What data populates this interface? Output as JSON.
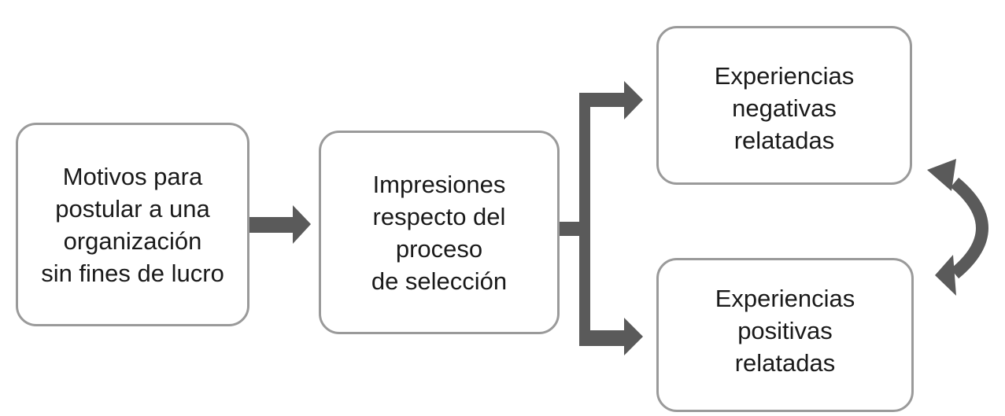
{
  "diagram": {
    "nodes": {
      "motives": {
        "text": "Motivos para\npostular a una\norganización\nsin fines de lucro"
      },
      "impressions": {
        "text": "Impresiones\nrespecto del\nproceso\nde selección"
      },
      "negative": {
        "text": "Experiencias\nnegativas\nrelatadas"
      },
      "positive": {
        "text": "Experiencias\npositivas\nrelatadas"
      }
    },
    "edges": [
      {
        "from": "motives",
        "to": "impressions"
      },
      {
        "from": "impressions",
        "to": "negative"
      },
      {
        "from": "impressions",
        "to": "positive"
      },
      {
        "from": "negative",
        "to": "positive",
        "bidirectional": true
      }
    ],
    "colors": {
      "arrow": "#5a5a5a",
      "box_border": "#9a9a9a",
      "text": "#1a1a1a"
    }
  }
}
